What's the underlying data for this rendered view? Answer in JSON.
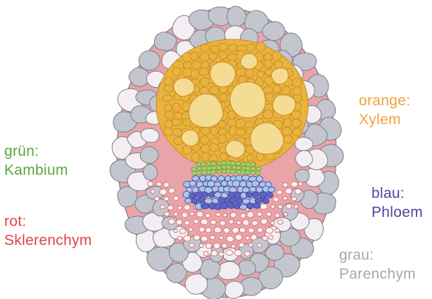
{
  "labels": {
    "gruen": {
      "color_word": "grün:",
      "tissue": "Kambium",
      "color": "#5ca63c"
    },
    "rot": {
      "color_word": "rot:",
      "tissue": "Sklerenchym",
      "color": "#e0424c"
    },
    "orange": {
      "color_word": "orange:",
      "tissue": "Xylem",
      "color": "#f1a33a"
    },
    "blau": {
      "color_word": "blau:",
      "tissue": "Phloem",
      "color": "#4a47a3"
    },
    "grau": {
      "color_word": "grau:",
      "tissue": "Parenchym",
      "color": "#a7a7ab"
    }
  },
  "tissue_colors": {
    "parenchym_fill": "#c4c6cf",
    "parenchym_light": "#f2eef2",
    "parenchym_outline": "#7b7d86",
    "sklerenchym_fill": "#e8a4a8",
    "sklerenchym_dark": "#d9737b",
    "xylem_fill": "#f4dc92",
    "xylem_ring": "#e8b33e",
    "kambium_fill": "#a6cf6e",
    "phloem_fill": "#a9c7ee",
    "phloem_dark": "#5c64c8"
  }
}
